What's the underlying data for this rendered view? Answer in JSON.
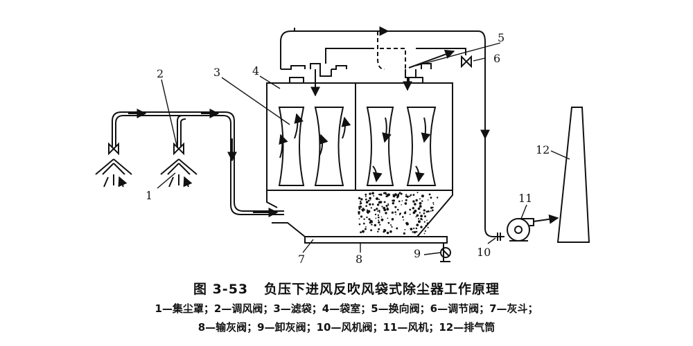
{
  "figure": {
    "number": "图 3-53",
    "title": "负压下进风反吹风袋式除尘器工作原理",
    "legend_line1": "1—集尘罩；2—调风阀；3—滤袋；4—袋室；5—换向阀；6—调节阀；7—灰斗；",
    "legend_line2": "8—输灰阀；9—卸灰阀；10—风机阀；11—风机；12—排气筒"
  },
  "callouts": {
    "n1": "1",
    "n2": "2",
    "n3": "3",
    "n4": "4",
    "n5": "5",
    "n6": "6",
    "n7": "7",
    "n8": "8",
    "n9": "9",
    "n10": "10",
    "n11": "11",
    "n12": "12"
  },
  "colors": {
    "ink": "#111111",
    "background": "#ffffff"
  }
}
